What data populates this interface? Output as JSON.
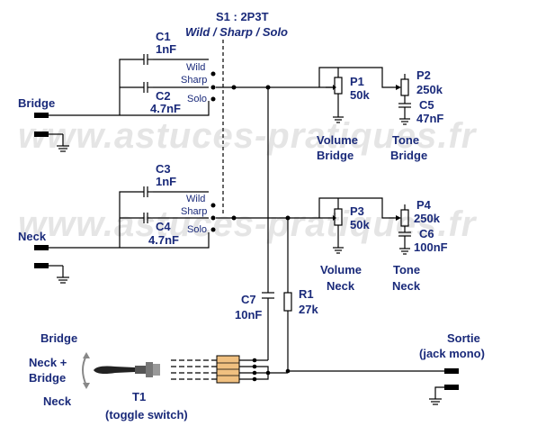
{
  "switch_s1": {
    "title": "S1 : 2P3T",
    "subtitle": "Wild / Sharp / Solo"
  },
  "bridge_section": {
    "input_label": "Bridge",
    "c1_name": "C1",
    "c1_value": "1nF",
    "c2_name": "C2",
    "c2_value": "4.7nF",
    "pos_wild": "Wild",
    "pos_sharp": "Sharp",
    "pos_solo": "Solo",
    "p1_name": "P1",
    "p1_value": "50k",
    "p1_caption_1": "Volume",
    "p1_caption_2": "Bridge",
    "p2_name": "P2",
    "p2_value": "250k",
    "c5_name": "C5",
    "c5_value": "47nF",
    "tone_caption_1": "Tone",
    "tone_caption_2": "Bridge"
  },
  "neck_section": {
    "input_label": "Neck",
    "c3_name": "C3",
    "c3_value": "1nF",
    "c4_name": "C4",
    "c4_value": "4.7nF",
    "pos_wild": "Wild",
    "pos_sharp": "Sharp",
    "pos_solo": "Solo",
    "p3_name": "P3",
    "p3_value": "50k",
    "p3_caption_1": "Volume",
    "p3_caption_2": "Neck",
    "p4_name": "P4",
    "p4_value": "250k",
    "c6_name": "C6",
    "c6_value": "100nF",
    "tone_caption_1": "Tone",
    "tone_caption_2": "Neck"
  },
  "output_section": {
    "c7_name": "C7",
    "c7_value": "10nF",
    "r1_name": "R1",
    "r1_value": "27k",
    "sortie_1": "Sortie",
    "sortie_2": "(jack mono)"
  },
  "toggle": {
    "pos_bridge": "Bridge",
    "pos_neckbridge_1": "Neck +",
    "pos_neckbridge_2": "Bridge",
    "pos_neck": "Neck",
    "name": "T1",
    "caption": "(toggle switch)"
  },
  "watermark": "www.astuces-pratiques.fr"
}
